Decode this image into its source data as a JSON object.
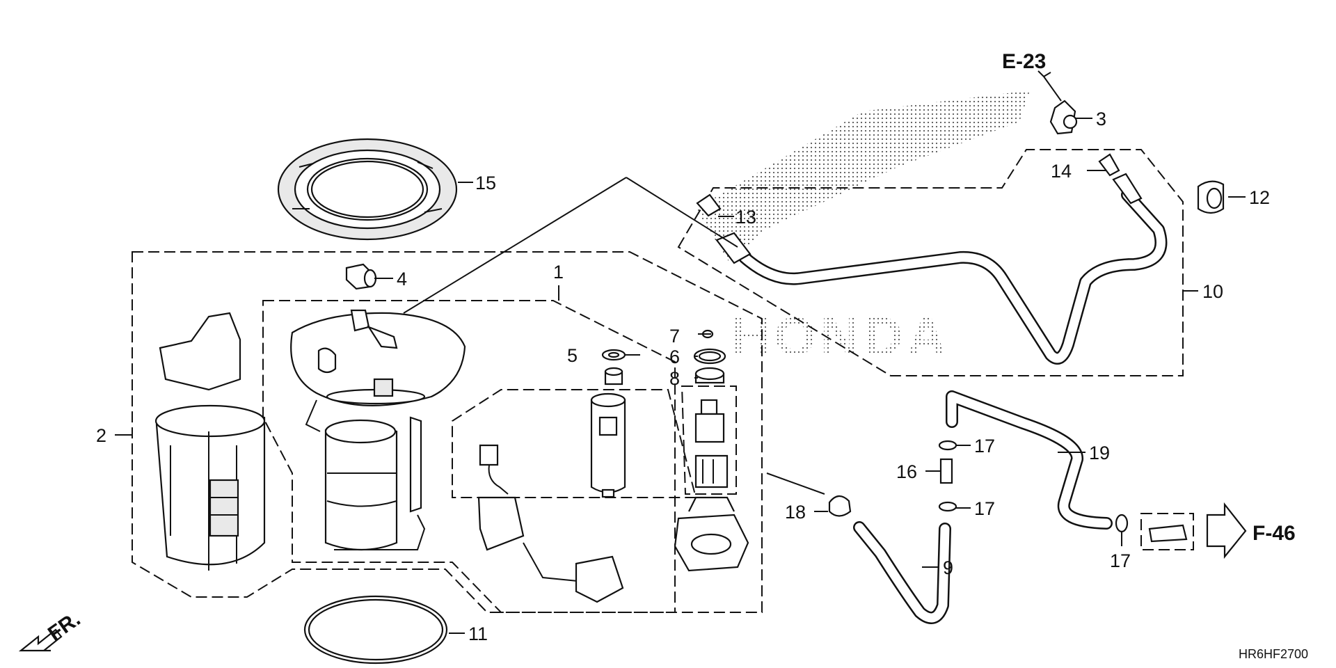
{
  "diagram": {
    "callouts": [
      "1",
      "2",
      "3",
      "4",
      "5",
      "6",
      "7",
      "8",
      "9",
      "10",
      "11",
      "12",
      "13",
      "14",
      "15",
      "16",
      "17",
      "17",
      "17",
      "18",
      "19"
    ],
    "references": {
      "top": "E-23",
      "right": "F-46"
    },
    "direction_label": "FR.",
    "drawing_code": "HR6HF2700",
    "watermark": "HONDA"
  }
}
